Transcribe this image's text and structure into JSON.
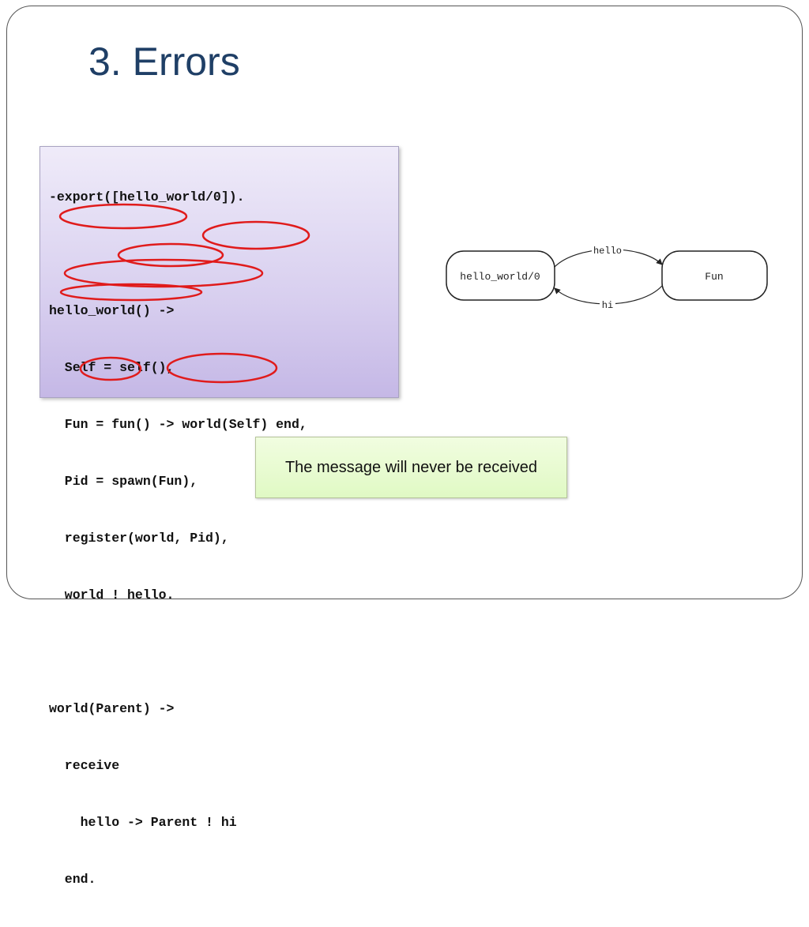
{
  "slide": {
    "title": "3. Errors"
  },
  "code": {
    "lines": [
      "-export([hello_world/0]).",
      "",
      "hello_world() ->",
      "  Self = self(),",
      "  Fun = fun() -> world(Self) end,",
      "  Pid = spawn(Fun),",
      "  register(world, Pid),",
      "  world ! hello.",
      "",
      "world(Parent) ->",
      "  receive",
      "    hello -> Parent ! hi",
      "  end."
    ],
    "highlight_color": "#e01b1b"
  },
  "diagram": {
    "nodes": {
      "left": "hello_world/0",
      "right": "Fun"
    },
    "edges": {
      "top": "hello",
      "bottom": "hi"
    }
  },
  "note": {
    "text": "The message will never be received"
  }
}
